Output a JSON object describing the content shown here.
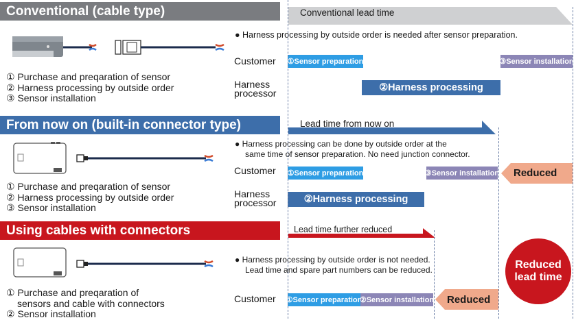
{
  "sections": [
    {
      "title": "Conventional (cable type)",
      "steps": [
        "① Purchase and preqaration of sensor",
        "② Harness processing by outside order",
        "③ Sensor installation"
      ],
      "lead_time_label": "Conventional lead time",
      "notes": [
        "● Harness processing by outside order is needed after sensor preparation."
      ],
      "customer_label": "Customer",
      "harness_label": [
        "Harness",
        "processor"
      ],
      "customer_boxes": [
        "①Sensor preparation",
        "③Sensor installation"
      ],
      "harness_box": "②Harness processing"
    },
    {
      "title": "From now on (built-in connector type)",
      "steps": [
        "① Purchase and preqaration of sensor",
        "② Harness processing by outside order",
        "③ Sensor installation"
      ],
      "lead_time_label": "Lead time from now on",
      "notes": [
        "● Harness processing can be done by outside order at the",
        "same time of sensor preparation. No need junction connector."
      ],
      "customer_label": "Customer",
      "harness_label": [
        "Harness",
        "processor"
      ],
      "customer_boxes": [
        "①Sensor preparation",
        "③Sensor installation"
      ],
      "harness_box": "②Harness processing",
      "reduced_label": "Reduced"
    },
    {
      "title": "Using cables with connectors",
      "steps": [
        "① Purchase and preqaration of",
        "sensors and cable with connectors",
        "② Sensor installation"
      ],
      "lead_time_label": "Lead time further reduced",
      "notes": [
        "● Harness processing by outside order is not needed.",
        "Lead time and spare part numbers can be reduced."
      ],
      "customer_label": "Customer",
      "customer_boxes": [
        "①Sensor preparation",
        "②Sensor installation"
      ],
      "reduced_label": "Reduced"
    }
  ],
  "badge": [
    "Reduced",
    "lead time"
  ],
  "colors": {
    "gray_header": "#7a7c80",
    "blue_header": "#3d6eaa",
    "red_header": "#c8161e",
    "sky_box": "#2e9de4",
    "purple_box": "#8c86b6",
    "reduced_fill": "#f0a98b"
  }
}
